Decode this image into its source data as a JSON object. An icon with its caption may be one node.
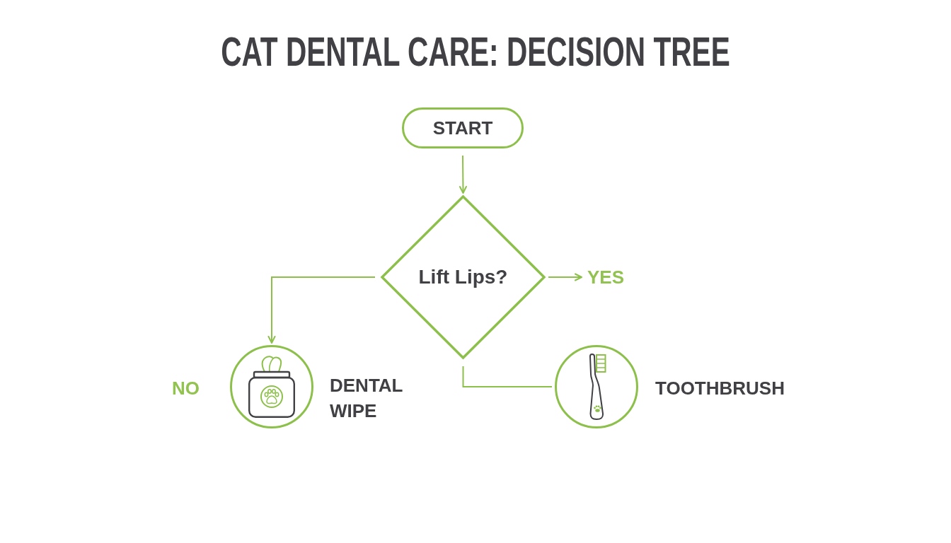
{
  "diagram": {
    "title": "CAT DENTAL CARE: DECISION TREE",
    "nodes": [
      {
        "text": [
          "START"
        ]
      },
      {
        "text": [
          "Lift Lips?"
        ]
      },
      {
        "text": [
          "YES"
        ]
      },
      {
        "text": [],
        "shape": "circle",
        "beside": [
          "DENTAL WIPE"
        ]
      },
      {
        "text": [],
        "shape": "circle",
        "beside": [
          "TOOTHBRUSH"
        ]
      }
    ],
    "edges": [
      {
        "from": 0,
        "to": 1,
        "arrow": "to"
      },
      {
        "from": 1,
        "to": 2,
        "arrow": "to"
      },
      {
        "from": 1,
        "to": 3,
        "arrow": "to"
      },
      {
        "from": 1,
        "to": 4,
        "arrow": "none"
      }
    ],
    "labels": [
      "NO"
    ]
  }
}
